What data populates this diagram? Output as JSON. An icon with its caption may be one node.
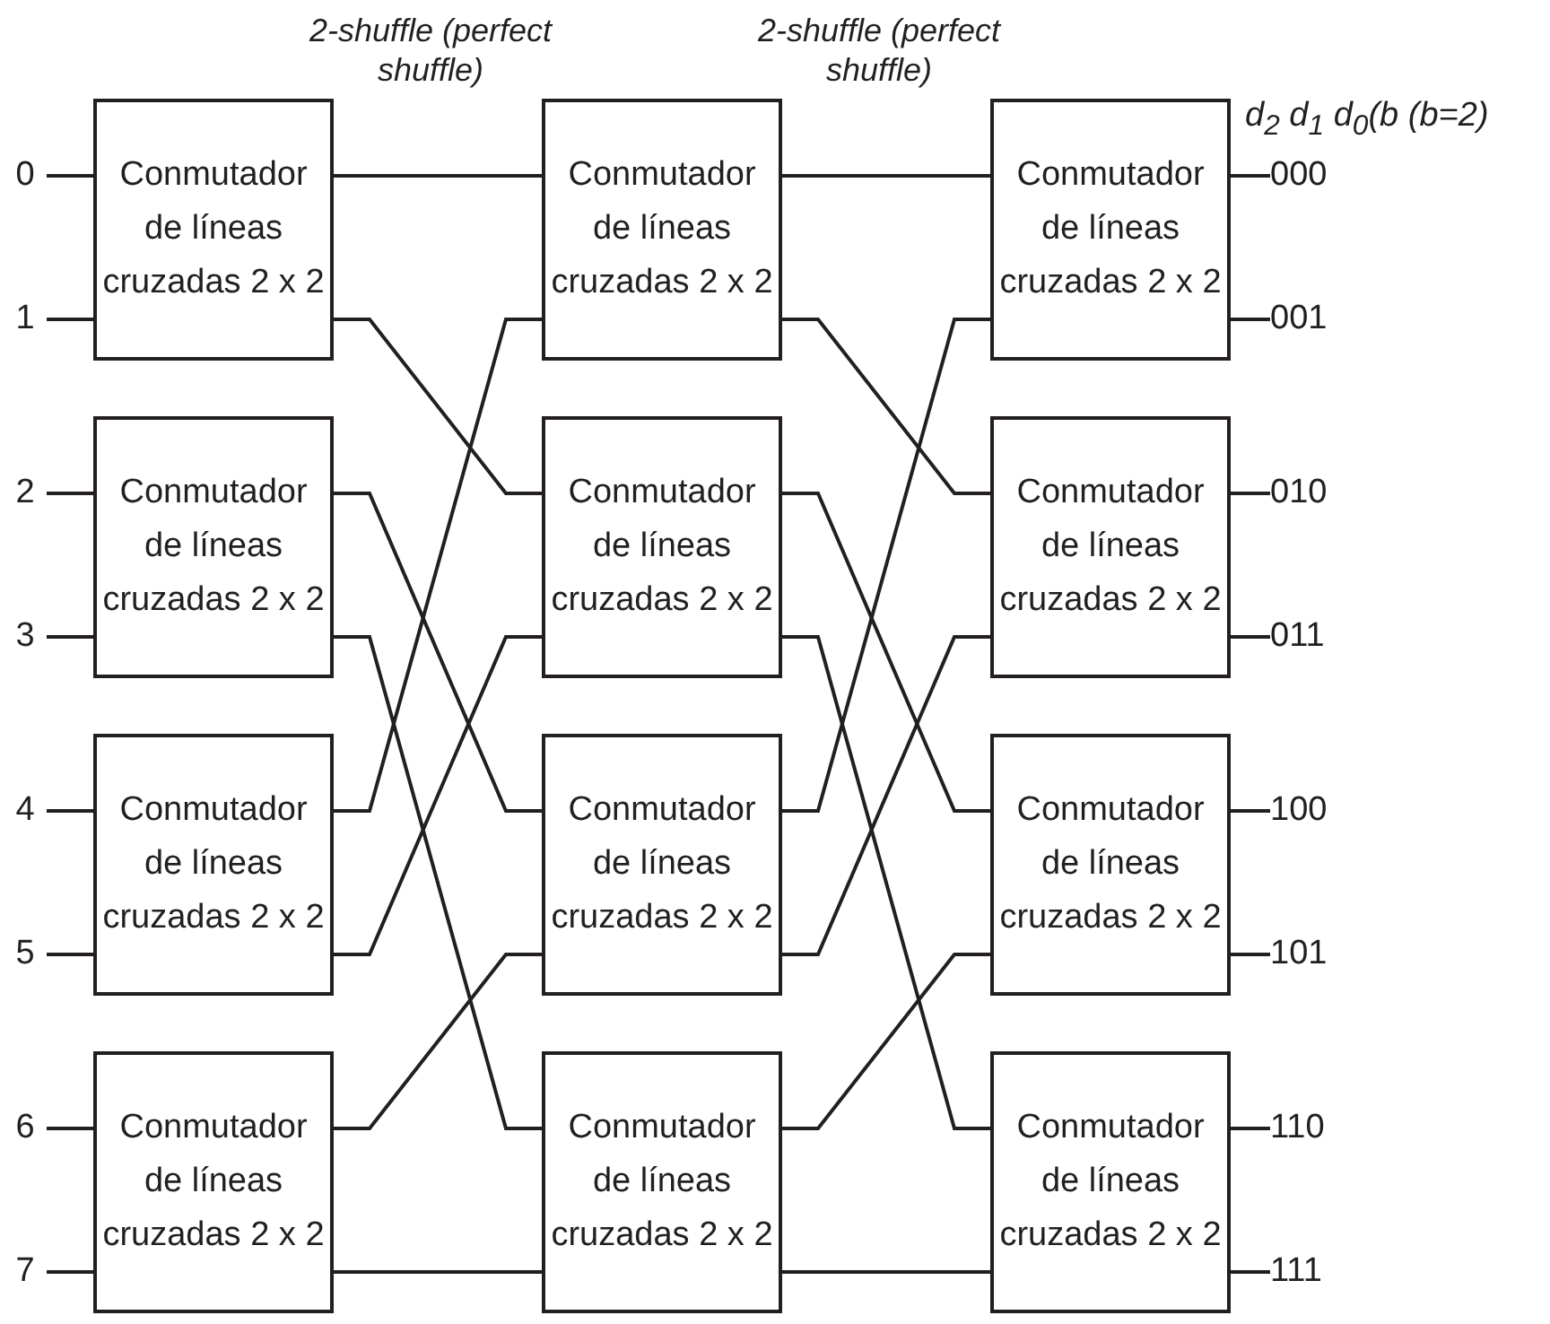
{
  "diagram": {
    "nodes": [
      {
        "text": [
          "0"
        ]
      },
      {
        "text": [
          "1"
        ]
      },
      {
        "text": [
          "2"
        ]
      },
      {
        "text": [
          "3"
        ]
      },
      {
        "text": [
          "4"
        ]
      },
      {
        "text": [
          "5"
        ]
      },
      {
        "text": [
          "6"
        ]
      },
      {
        "text": [
          "7"
        ]
      },
      {
        "text": [
          "Conmutador de líneas cruzadas 2 x 2"
        ]
      },
      {
        "text": [
          "Conmutador de líneas cruzadas 2 x 2"
        ]
      },
      {
        "text": [
          "Conmutador de líneas cruzadas 2 x 2"
        ]
      },
      {
        "text": [
          "Conmutador de líneas cruzadas 2 x 2"
        ]
      },
      {
        "text": [
          "Conmutador de líneas cruzadas 2 x 2"
        ]
      },
      {
        "text": [
          "Conmutador de líneas cruzadas 2 x 2"
        ]
      },
      {
        "text": [
          "Conmutador de líneas cruzadas 2 x 2"
        ]
      },
      {
        "text": [
          "Conmutador de líneas cruzadas 2 x 2"
        ]
      },
      {
        "text": [
          "Conmutador de líneas cruzadas 2 x 2"
        ]
      },
      {
        "text": [
          "Conmutador de líneas cruzadas 2 x 2"
        ]
      },
      {
        "text": [
          "Conmutador de líneas cruzadas 2 x 2"
        ]
      },
      {
        "text": [
          "Conmutador de líneas cruzadas 2 x 2"
        ]
      },
      {
        "text": [
          "000"
        ]
      },
      {
        "text": [
          "001"
        ]
      },
      {
        "text": [
          "010"
        ]
      },
      {
        "text": [
          "011"
        ]
      },
      {
        "text": [
          "100"
        ]
      },
      {
        "text": [
          "101"
        ]
      },
      {
        "text": [
          "110"
        ]
      },
      {
        "text": [
          "111"
        ]
      }
    ],
    "edges": [
      {
        "from": 0,
        "to": 8,
        "arrow": "none"
      },
      {
        "from": 1,
        "to": 8,
        "arrow": "none"
      },
      {
        "from": 2,
        "to": 9,
        "arrow": "none"
      },
      {
        "from": 3,
        "to": 9,
        "arrow": "none"
      },
      {
        "from": 4,
        "to": 10,
        "arrow": "none"
      },
      {
        "from": 5,
        "to": 10,
        "arrow": "none"
      },
      {
        "from": 6,
        "to": 11,
        "arrow": "none"
      },
      {
        "from": 7,
        "to": 11,
        "arrow": "none"
      },
      {
        "from": 8,
        "to": 12,
        "arrow": "none"
      },
      {
        "from": 8,
        "to": 13,
        "arrow": "none"
      },
      {
        "from": 9,
        "to": 14,
        "arrow": "none"
      },
      {
        "from": 9,
        "to": 15,
        "arrow": "none"
      },
      {
        "from": 10,
        "to": 12,
        "arrow": "none"
      },
      {
        "from": 10,
        "to": 13,
        "arrow": "none"
      },
      {
        "from": 11,
        "to": 14,
        "arrow": "none"
      },
      {
        "from": 11,
        "to": 15,
        "arrow": "none"
      },
      {
        "from": 12,
        "to": 16,
        "arrow": "none"
      },
      {
        "from": 12,
        "to": 17,
        "arrow": "none"
      },
      {
        "from": 13,
        "to": 18,
        "arrow": "none"
      },
      {
        "from": 13,
        "to": 19,
        "arrow": "none"
      },
      {
        "from": 14,
        "to": 16,
        "arrow": "none"
      },
      {
        "from": 14,
        "to": 17,
        "arrow": "none"
      },
      {
        "from": 15,
        "to": 18,
        "arrow": "none"
      },
      {
        "from": 15,
        "to": 19,
        "arrow": "none"
      },
      {
        "from": 16,
        "to": 20,
        "arrow": "none"
      },
      {
        "from": 16,
        "to": 21,
        "arrow": "none"
      },
      {
        "from": 17,
        "to": 22,
        "arrow": "none"
      },
      {
        "from": 17,
        "to": 23,
        "arrow": "none"
      },
      {
        "from": 18,
        "to": 24,
        "arrow": "none"
      },
      {
        "from": 18,
        "to": 25,
        "arrow": "none"
      },
      {
        "from": 19,
        "to": 26,
        "arrow": "none"
      },
      {
        "from": 19,
        "to": 27,
        "arrow": "none"
      }
    ],
    "labels": [
      "2-shuffle (perfect shuffle)",
      "2-shuffle (perfect shuffle)",
      "d$_{2}$ d$_{1}$ d$_{0}$(b (b=2)"
    ]
  }
}
